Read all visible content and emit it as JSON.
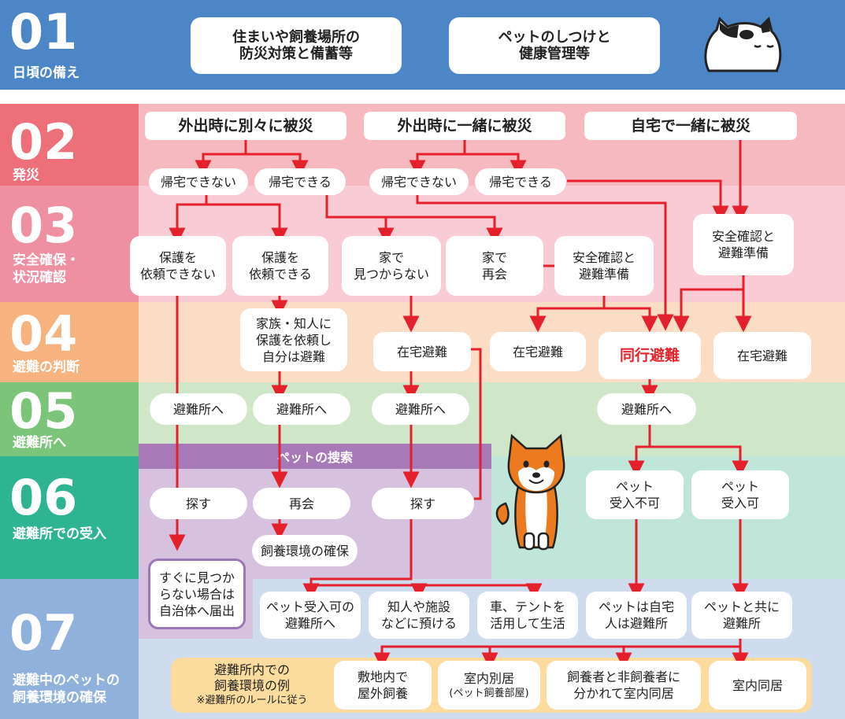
{
  "stages": [
    {
      "num": "01",
      "title": "日頃の備え"
    },
    {
      "num": "02",
      "title": "発災"
    },
    {
      "num": "03",
      "title": "安全確保・\n状況確認"
    },
    {
      "num": "04",
      "title": "避難の判断"
    },
    {
      "num": "05",
      "title": "避難所へ"
    },
    {
      "num": "06",
      "title": "避難所での受入"
    },
    {
      "num": "07",
      "title": "避難中のペットの\n飼養環境の確保"
    }
  ],
  "stage01": {
    "box1": "住まいや飼養場所の\n防災対策と備蓄等",
    "box2": "ペットのしつけと\n健康管理等"
  },
  "stage02": {
    "scenario1": "外出時に別々に被災",
    "scenario2": "外出時に一緒に被災",
    "scenario3": "自宅で一緒に被災",
    "cannot_return_1": "帰宅できない",
    "can_return_1": "帰宅できる",
    "cannot_return_2": "帰宅できない",
    "can_return_2": "帰宅できる"
  },
  "stage03": {
    "cannot_request": "保護を\n依頼できない",
    "can_request": "保護を\n依頼できる",
    "not_found_home": "家で\n見つからない",
    "reunite_home": "家で\n再会",
    "safety_check_mid": "安全確認と\n避難準備",
    "safety_check_right": "安全確認と\n避難準備"
  },
  "stage04": {
    "family_request": "家族・知人に\n保護を依頼し\n自分は避難",
    "home_evac_1": "在宅避難",
    "home_evac_2": "在宅避難",
    "accompany": "同行避難",
    "home_evac_3": "在宅避難"
  },
  "stage05": {
    "to_shelter_1": "避難所へ",
    "to_shelter_2": "避難所へ",
    "to_shelter_3": "避難所へ",
    "to_shelter_4": "避難所へ"
  },
  "stage06": {
    "search_band": "ペットの捜索",
    "search_1": "探す",
    "reunite": "再会",
    "search_2": "探す",
    "secure_env": "飼養環境の確保",
    "not_accepted": "ペット\n受入不可",
    "accepted": "ペット\n受入可"
  },
  "stage07": {
    "notify": "すぐに見つか\nらない場合は\n自治体へ届出",
    "shelter_ok": "ペット受入可の\n避難所へ",
    "entrust": "知人や施設\nなどに預ける",
    "car_tent": "車、テントを\n活用して生活",
    "pet_home": "ペットは自宅\n人は避難所",
    "with_pet": "ペットと共に\n避難所",
    "examples_title": "避難所内での\n飼養環境の例",
    "examples_note": "※避難所のルールに従う",
    "outdoor": "敷地内で\n屋外飼養",
    "separate_room": "室内別居",
    "separate_room_note": "(ペット飼養部屋)",
    "split_indoor": "飼養者と非飼養者に\n分かれて室内同居",
    "indoor_together": "室内同居"
  },
  "colors": {
    "s01": "#4d86c6",
    "s02": "#ec6f7a",
    "s03": "#ee8fa2",
    "s04": "#f6b37f",
    "s05": "#7cc47a",
    "s06": "#2fb493",
    "s07": "#8fb1dc",
    "line": "#e3202b"
  },
  "icons": [
    "cat-illustration",
    "shiba-dog-illustration"
  ]
}
